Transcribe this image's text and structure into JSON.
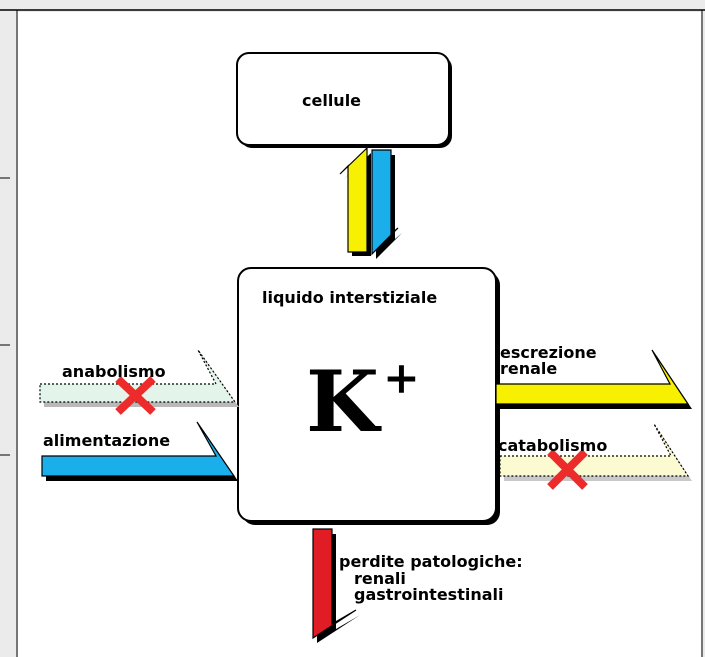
{
  "colors": {
    "background": "#ebebeb",
    "panel": "#ffffff",
    "yellow_arrow": "#f7f000",
    "blue_arrow": "#1aaeea",
    "red_arrow": "#e01c24",
    "faded_green_arrow": "#e3f5ea",
    "faded_yellow_arrow": "#fbfad0",
    "cross_mark": "#ee2b2b"
  },
  "diagram": {
    "cells_box": {
      "label": "cellule"
    },
    "central_box": {
      "title": "liquido interstiziale",
      "ion": "K",
      "ion_charge": "+"
    },
    "inputs": [
      {
        "label": "anabolismo",
        "blocked": true
      },
      {
        "label": "alimentazione",
        "blocked": false
      }
    ],
    "outputs": [
      {
        "label_lines": [
          "escrezione",
          "renale"
        ],
        "blocked": false
      },
      {
        "label": "catabolismo",
        "blocked": true
      }
    ],
    "losses": {
      "title": "perdite patologiche:",
      "items": [
        "renali",
        "gastrointestinali"
      ]
    }
  }
}
